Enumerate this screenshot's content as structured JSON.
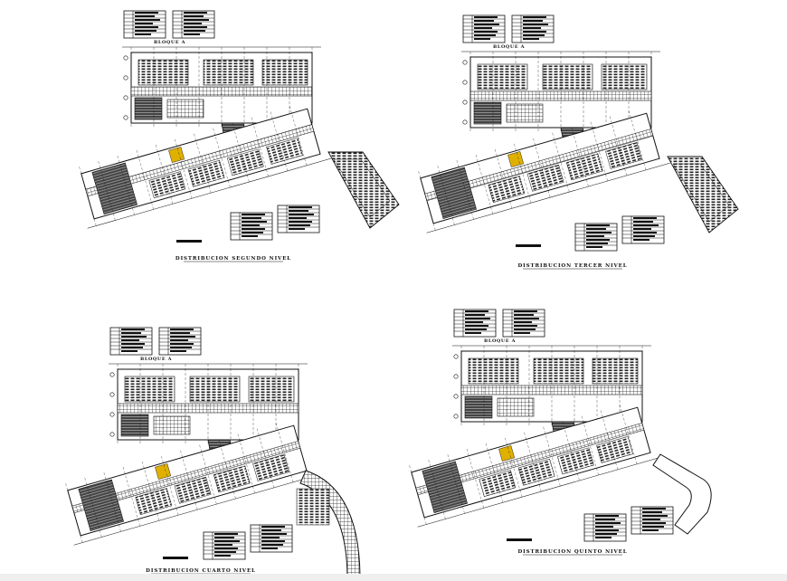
{
  "colors": {
    "ink": "#111111",
    "paper": "#ffffff",
    "hatch": "#3a3a3a"
  },
  "sheets": [
    {
      "title": "DISTRIBUCION SEGUNDO NIVEL",
      "block_label": "BLOQUE A"
    },
    {
      "title": "DISTRIBUCION TERCER NIVEL",
      "block_label": "BLOQUE A"
    },
    {
      "title": "DISTRIBUCION CUARTO NIVEL",
      "block_label": "BLOQUE A"
    },
    {
      "title": "DISTRIBUCION QUINTO NIVEL",
      "block_label": "BLOQUE A"
    }
  ]
}
